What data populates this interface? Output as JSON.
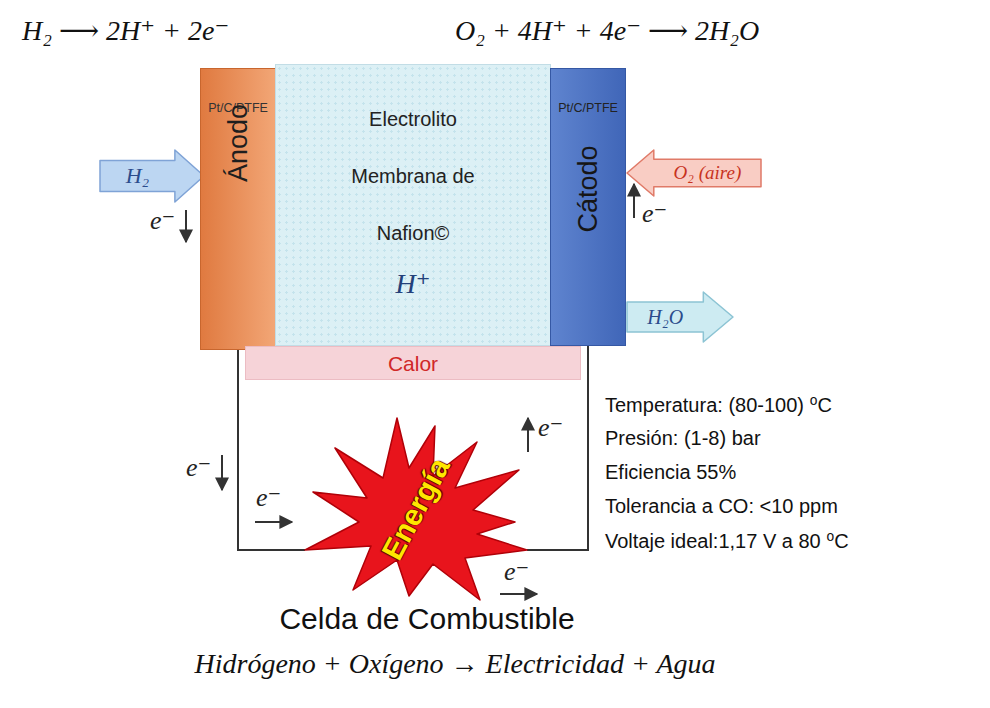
{
  "diagram": {
    "caption": "Celda de Combustible",
    "nodes": [
      {
        "text": [
          "H₂"
        ]
      },
      {
        "text": [
          "Pt/C/PTFE",
          "Ánodo"
        ]
      },
      {
        "text": [
          "Electrolito Membrana de Nafion©",
          "H⁺"
        ]
      },
      {
        "text": [
          "Pt/C/PTFE",
          "Cátodo"
        ]
      },
      {
        "text": [
          "O₂ (aire)"
        ]
      },
      {
        "text": [
          "H₂O"
        ]
      },
      {
        "text": [
          "Calor"
        ]
      },
      {
        "text": [
          "Energía"
        ]
      }
    ],
    "edges": [
      {
        "from": 1,
        "to": 7,
        "arrow": "none"
      },
      {
        "from": 7,
        "to": 3,
        "arrow": "none"
      }
    ],
    "labels": [
      "H₂ ⟶ 2H⁺ + 2e⁻",
      "O₂ + 4H⁺ + 4e⁻ ⟶ 2H₂O",
      "e⁻",
      "e⁻",
      "e⁻",
      "e⁻",
      "e⁻",
      "e⁻",
      "Temperatura: (80-100) ⁰C",
      "Presión: (1-8) bar",
      "Eficiencia 55%",
      "Tolerancia a CO: <10 ppm",
      "Voltaje ideal:1,17 V a 80 ⁰C",
      "Hidrógeno + Oxígeno → Electricidad + Agua"
    ]
  }
}
